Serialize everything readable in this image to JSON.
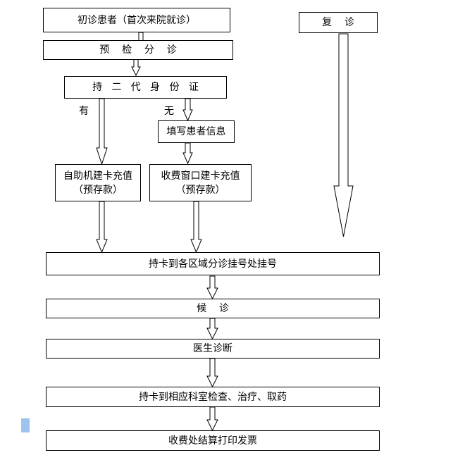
{
  "boxes": {
    "first_visit": "初诊患者（首次来院就诊）",
    "follow_up": "复    诊",
    "triage": "预    检    分    诊",
    "id_card": "持   二   代   身   份   证",
    "fill_info": "填写患者信息",
    "self_service": "自助机建卡充值\n（预存款）",
    "counter": "收费窗口建卡充值\n（预存款）",
    "register": "持卡到各区域分诊挂号处挂号",
    "wait": "候    诊",
    "diagnosis": "医生诊断",
    "exam": "持卡到相应科室检查、治疗、取药",
    "payment": "收费处结算打印发票"
  },
  "labels": {
    "has": "有",
    "none": "无"
  }
}
